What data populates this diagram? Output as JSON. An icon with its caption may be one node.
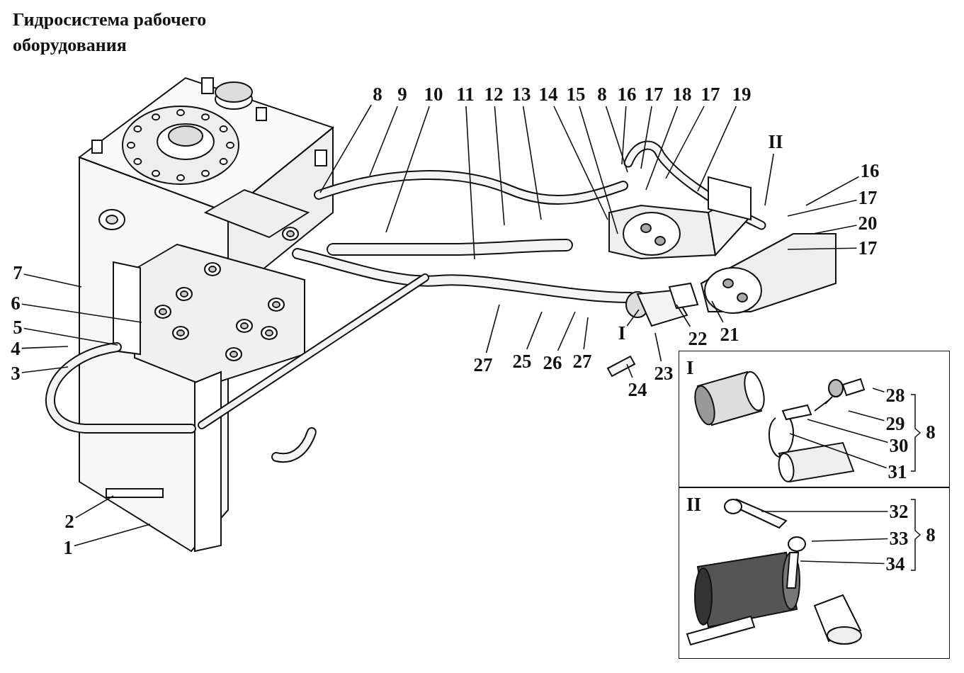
{
  "diagram": {
    "title": "Гидросистема рабочего оборудования",
    "nodes": [
      {
        "text": [
          "8"
        ]
      },
      {
        "text": [
          "9"
        ]
      },
      {
        "text": [
          "10"
        ]
      },
      {
        "text": [
          "11"
        ]
      },
      {
        "text": [
          "12"
        ]
      },
      {
        "text": [
          "13"
        ]
      },
      {
        "text": [
          "14"
        ]
      },
      {
        "text": [
          "15"
        ]
      },
      {
        "text": [
          "8"
        ]
      },
      {
        "text": [
          "16"
        ]
      },
      {
        "text": [
          "17"
        ]
      },
      {
        "text": [
          "18"
        ]
      },
      {
        "text": [
          "17"
        ]
      },
      {
        "text": [
          "19"
        ]
      },
      {
        "text": [
          "II"
        ]
      },
      {
        "text": [
          "16"
        ]
      },
      {
        "text": [
          "17"
        ]
      },
      {
        "text": [
          "20"
        ]
      },
      {
        "text": [
          "17"
        ]
      },
      {
        "text": [
          "7"
        ]
      },
      {
        "text": [
          "6"
        ]
      },
      {
        "text": [
          "5"
        ]
      },
      {
        "text": [
          "4"
        ]
      },
      {
        "text": [
          "3"
        ]
      },
      {
        "text": [
          "22"
        ]
      },
      {
        "text": [
          "21"
        ]
      },
      {
        "text": [
          "27"
        ]
      },
      {
        "text": [
          "25"
        ]
      },
      {
        "text": [
          "26"
        ]
      },
      {
        "text": [
          "27"
        ]
      },
      {
        "text": [
          "I"
        ]
      },
      {
        "text": [
          "23"
        ]
      },
      {
        "text": [
          "24"
        ]
      },
      {
        "text": [
          "2"
        ]
      },
      {
        "text": [
          "1"
        ]
      },
      {
        "text": [
          "I"
        ]
      },
      {
        "text": [
          "28"
        ],
        "in": 35
      },
      {
        "text": [
          "29"
        ],
        "in": 35
      },
      {
        "text": [
          "30"
        ],
        "in": 35
      },
      {
        "text": [
          "31"
        ],
        "in": 35
      },
      {
        "text": [
          "II"
        ]
      },
      {
        "text": [
          "32"
        ],
        "in": 40
      },
      {
        "text": [
          "33"
        ],
        "in": 40
      },
      {
        "text": [
          "34"
        ],
        "in": 40
      }
    ],
    "edges": [
      {
        "from": 0,
        "to": null,
        "arrow": "none"
      },
      {
        "from": 1,
        "to": null,
        "arrow": "none"
      },
      {
        "from": 2,
        "to": null,
        "arrow": "none"
      },
      {
        "from": 3,
        "to": null,
        "arrow": "none"
      },
      {
        "from": 4,
        "to": null,
        "arrow": "none"
      },
      {
        "from": 5,
        "to": null,
        "arrow": "none"
      },
      {
        "from": 6,
        "to": null,
        "arrow": "none"
      },
      {
        "from": 7,
        "to": null,
        "arrow": "none"
      },
      {
        "from": 8,
        "to": null,
        "arrow": "none"
      },
      {
        "from": 9,
        "to": null,
        "arrow": "none"
      },
      {
        "from": 10,
        "to": null,
        "arrow": "none"
      },
      {
        "from": 11,
        "to": null,
        "arrow": "none"
      },
      {
        "from": 12,
        "to": null,
        "arrow": "none"
      },
      {
        "from": 13,
        "to": null,
        "arrow": "none"
      },
      {
        "from": 14,
        "to": null,
        "arrow": "none"
      },
      {
        "from": 15,
        "to": null,
        "arrow": "none"
      },
      {
        "from": 16,
        "to": null,
        "arrow": "none"
      },
      {
        "from": 17,
        "to": null,
        "arrow": "none"
      },
      {
        "from": 18,
        "to": null,
        "arrow": "none"
      },
      {
        "from": 19,
        "to": null,
        "arrow": "none"
      },
      {
        "from": 20,
        "to": null,
        "arrow": "none"
      },
      {
        "from": 21,
        "to": null,
        "arrow": "none"
      },
      {
        "from": 22,
        "to": null,
        "arrow": "none"
      },
      {
        "from": 23,
        "to": null,
        "arrow": "none"
      },
      {
        "from": 24,
        "to": null,
        "arrow": "none"
      },
      {
        "from": 25,
        "to": null,
        "arrow": "none"
      },
      {
        "from": 26,
        "to": null,
        "arrow": "none"
      },
      {
        "from": 27,
        "to": null,
        "arrow": "none"
      },
      {
        "from": 28,
        "to": null,
        "arrow": "none"
      },
      {
        "from": 29,
        "to": null,
        "arrow": "none"
      },
      {
        "from": 30,
        "to": null,
        "arrow": "none"
      },
      {
        "from": 31,
        "to": null,
        "arrow": "none"
      },
      {
        "from": 32,
        "to": null,
        "arrow": "none"
      },
      {
        "from": 33,
        "to": null,
        "arrow": "none"
      },
      {
        "from": 34,
        "to": null,
        "arrow": "none"
      },
      {
        "from": 36,
        "to": null,
        "arrow": "none"
      },
      {
        "from": 37,
        "to": null,
        "arrow": "none"
      },
      {
        "from": 38,
        "to": null,
        "arrow": "none"
      },
      {
        "from": 39,
        "to": null,
        "arrow": "none"
      },
      {
        "from": 41,
        "to": null,
        "arrow": "none"
      },
      {
        "from": 42,
        "to": null,
        "arrow": "none"
      },
      {
        "from": 43,
        "to": null,
        "arrow": "none"
      }
    ],
    "labels": [
      "8",
      "8"
    ]
  }
}
